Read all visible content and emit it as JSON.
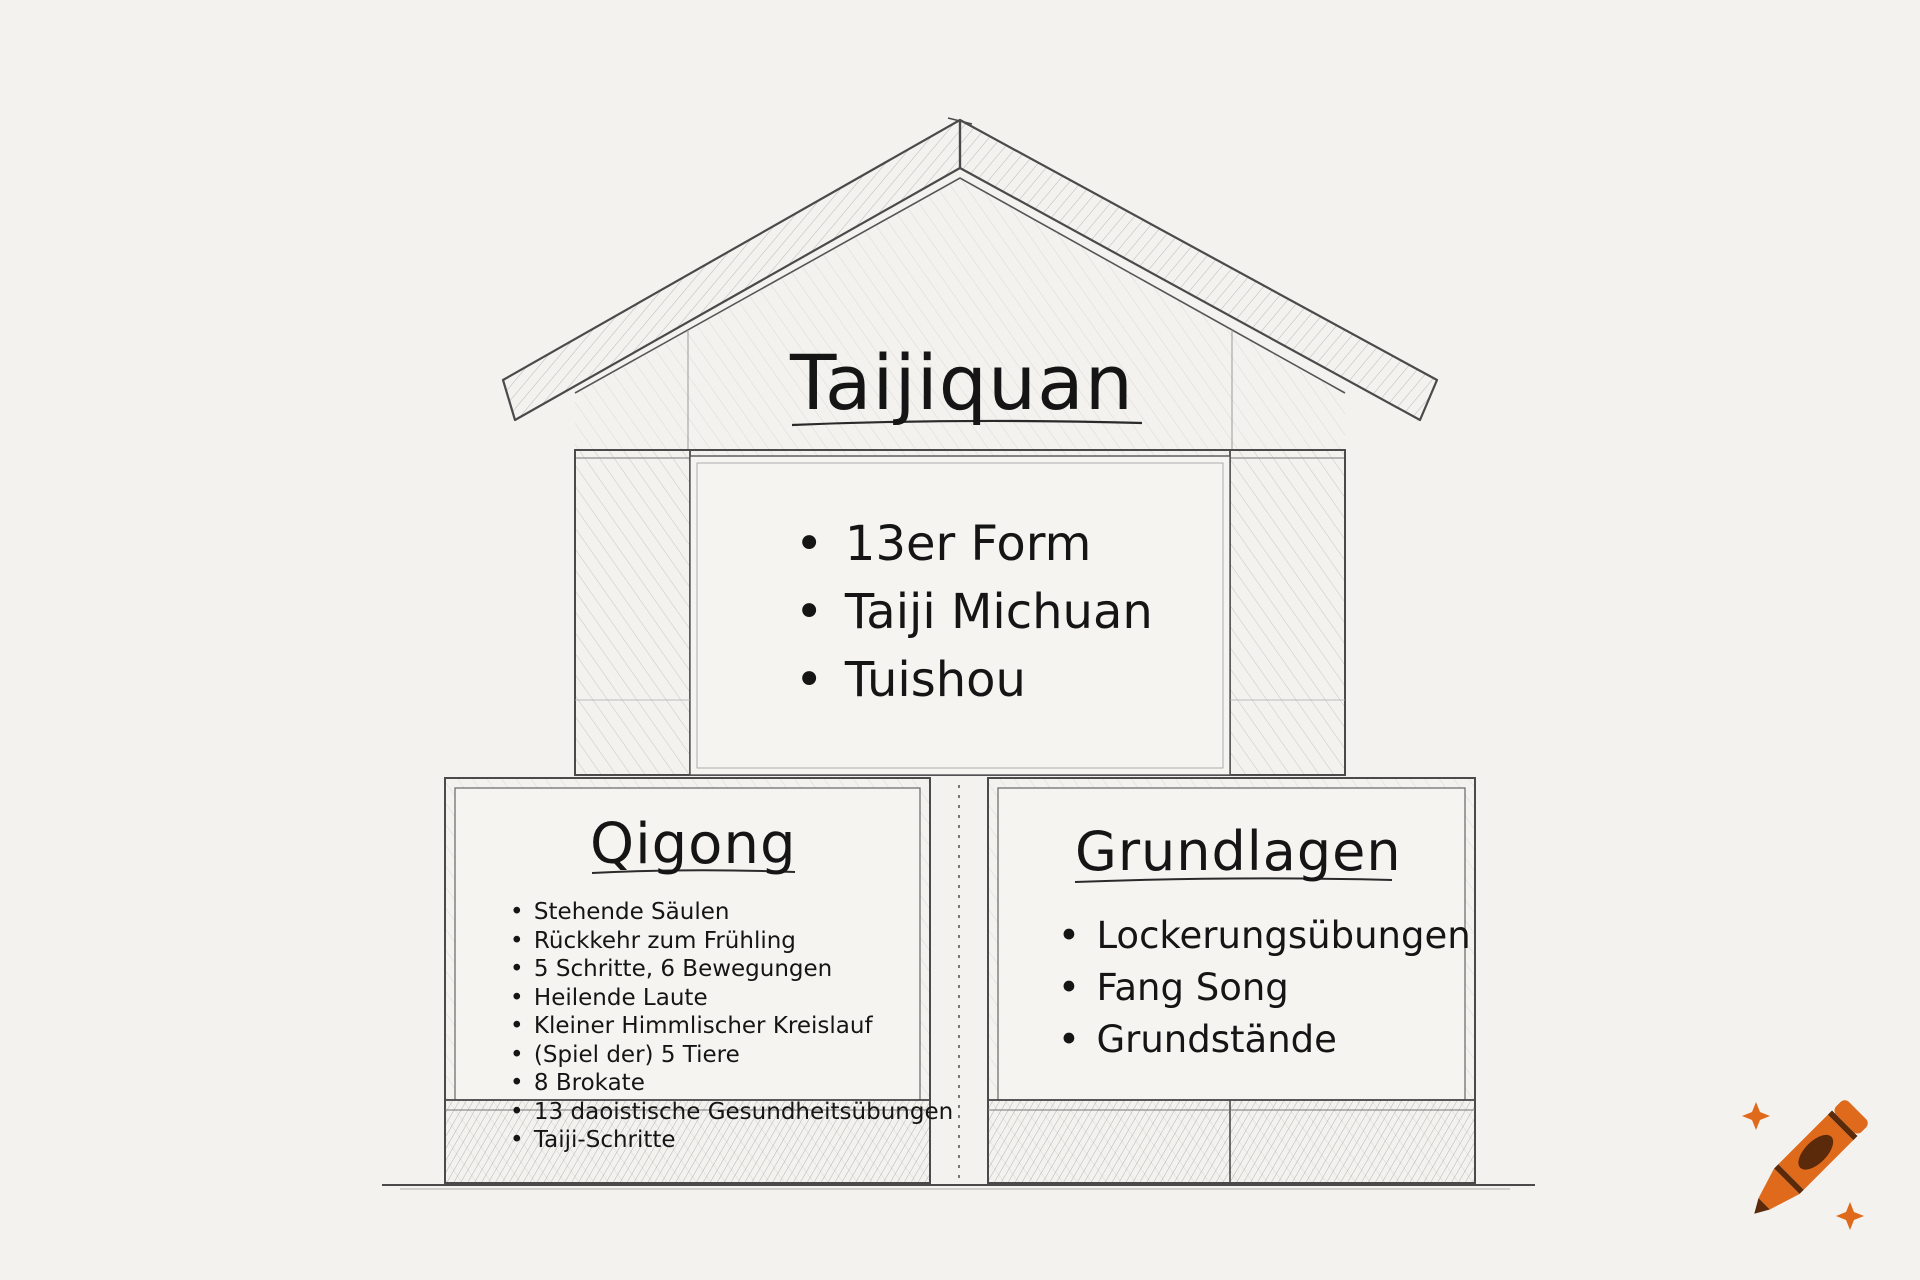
{
  "house": {
    "roof": {
      "title": "Taijiquan",
      "items": [
        "13er Form",
        "Taiji Michuan",
        "Tuishou"
      ]
    },
    "left_block": {
      "title": "Qigong",
      "items": [
        "Stehende Säulen",
        "Rückkehr zum Frühling",
        "5 Schritte, 6 Bewegungen",
        "Heilende Laute",
        "Kleiner Himmlischer Kreislauf",
        "(Spiel der) 5 Tiere",
        "8 Brokate",
        "13 daoistische Gesundheitsübungen",
        "Taiji-Schritte"
      ]
    },
    "right_block": {
      "title": "Grundlagen",
      "items": [
        "Lockerungsübungen",
        "Fang Song",
        "Grundstände"
      ]
    }
  },
  "bullet": "•",
  "colors": {
    "paper": "#f3f2ef",
    "ink": "#151515",
    "pencil": "#4a4a4a",
    "logo_orange": "#e06a1b"
  },
  "icons": {
    "logo": "crayon-icon"
  }
}
